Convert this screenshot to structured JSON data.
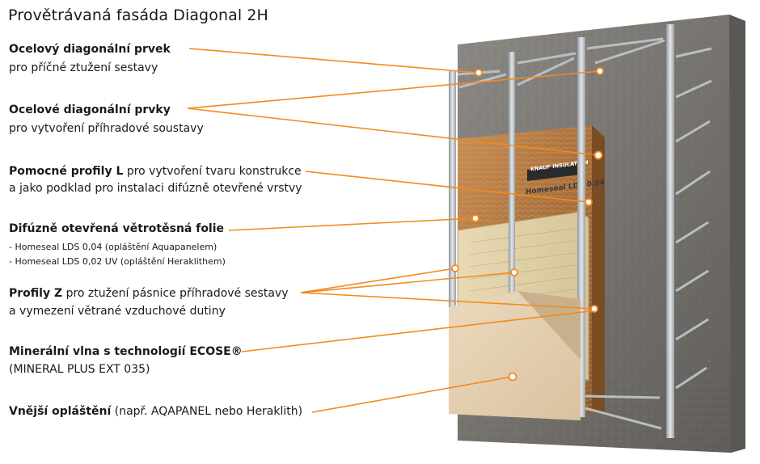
{
  "title": "Provětrávaná fasáda Diagonal 2H",
  "accent_color": "#f28a1e",
  "labels": {
    "l1_bold": "Ocelový diagonální prvek",
    "l1_sub": "pro příčné ztužení sestavy",
    "l2_bold": "Ocelové diagonální prvky",
    "l2_sub": "pro vytvoření příhradové soustavy",
    "l3_bold": "Pomocné profily L",
    "l3_rest": " pro vytvoření tvaru konstrukce",
    "l3_sub": "a jako podklad pro instalaci difúzně otevřené vrstvy",
    "l4_bold": "Difúzně otevřená větrotěsná folie",
    "l4_item1": "- Homeseal LDS 0,04 (opláštění Aquapanelem)",
    "l4_item2": "- Homeseal LDS 0,02 UV (opláštění Heraklithem)",
    "l5_bold": "Profily Z",
    "l5_rest": " pro ztužení pásnice příhradové sestavy",
    "l5_sub": "a vymezení větrané vzduchové dutiny",
    "l6_bold": "Minerální vlna s technologií ECOSE®",
    "l6_sub": "(MINERAL PLUS EXT 035)",
    "l7_bold": "Vnější opláštění",
    "l7_rest": " (např. AQAPANEL nebo Heraklith)"
  },
  "membrane_brand": "KNAUF INSULATION",
  "membrane_product": "Homeseal LDS 0.04"
}
